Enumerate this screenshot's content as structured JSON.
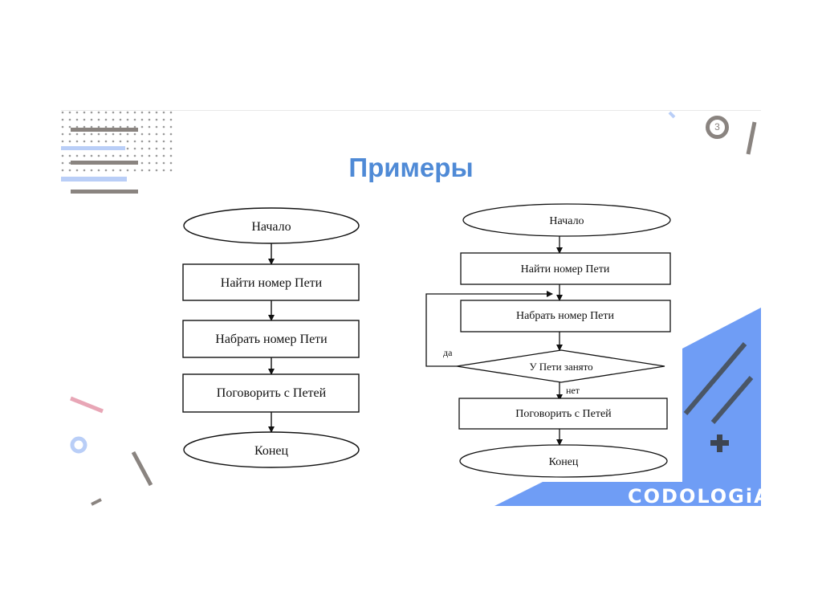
{
  "slide": {
    "title": "Примеры",
    "page_number": "3",
    "logo_text": "CODOLOGiA"
  },
  "colors": {
    "title": "#4f8ad6",
    "accent_blue": "#6f9df5",
    "light_blue": "#b9cef7",
    "gray": "#8a8480",
    "pink": "#e8a6b6"
  },
  "flowchart_simple": {
    "start": "Начало",
    "step1": "Найти номер Пети",
    "step2": "Набрать номер Пети",
    "step3": "Поговорить с Петей",
    "end": "Конец"
  },
  "flowchart_loop": {
    "start": "Начало",
    "step1": "Найти номер Пети",
    "step2": "Набрать номер Пети",
    "condition": "У Пети занято",
    "yes_label": "да",
    "no_label": "нет",
    "step3": "Поговорить с Петей",
    "end": "Конец"
  }
}
